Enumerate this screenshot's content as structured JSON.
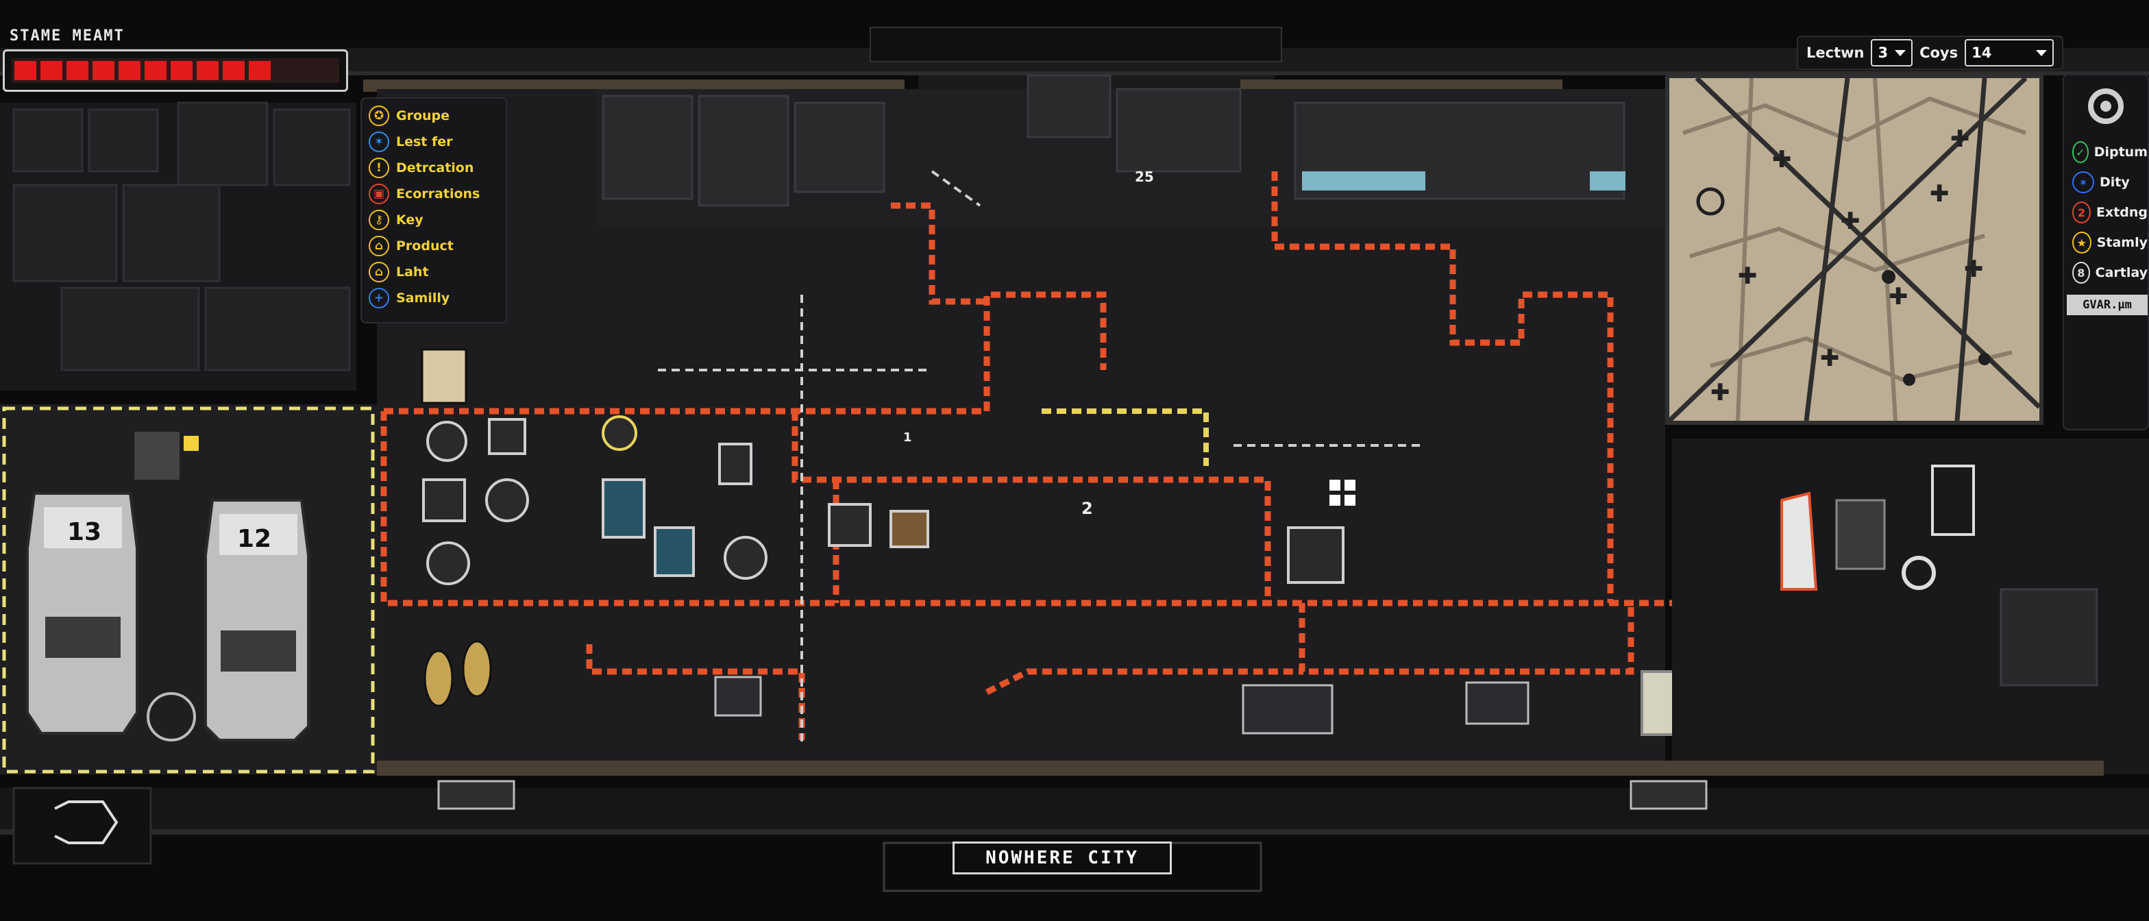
{
  "status": {
    "title": "STAME MEAMT",
    "health_fraction": 0.83
  },
  "legend": {
    "items": [
      {
        "label": "Groupe",
        "icon": "groupe-icon",
        "color": "#f3c21a"
      },
      {
        "label": "Lest fer",
        "icon": "person-icon",
        "color": "#2f8ef0"
      },
      {
        "label": "Detrcation",
        "icon": "alert-icon",
        "color": "#f3c21a"
      },
      {
        "label": "Ecorrations",
        "icon": "door-icon",
        "color": "#e8432a"
      },
      {
        "label": "Key",
        "icon": "key-icon",
        "color": "#f3c21a"
      },
      {
        "label": "Product",
        "icon": "product-icon",
        "color": "#f3c21a"
      },
      {
        "label": "Laht",
        "icon": "house-icon",
        "color": "#f3c21a"
      },
      {
        "label": "Samilly",
        "icon": "plus-icon",
        "color": "#2f7ff0"
      }
    ]
  },
  "controls": {
    "location_label": "Lectwn",
    "location_value": "3",
    "copy_label": "Coys",
    "copy_value": "14"
  },
  "right_panel": {
    "items": [
      {
        "label": "Diptum",
        "icon": "check-icon",
        "color": "#2ec45a",
        "glyph": "✓"
      },
      {
        "label": "Dity",
        "icon": "person-icon",
        "color": "#2f6ff0",
        "glyph": "✶"
      },
      {
        "label": "Extdng",
        "icon": "number-icon",
        "color": "#e8432a",
        "glyph": "2"
      },
      {
        "label": "Stamly",
        "icon": "star-icon",
        "color": "#f3c21a",
        "glyph": "★"
      },
      {
        "label": "Cartlay",
        "icon": "number-icon",
        "color": "#dddddd",
        "glyph": "8"
      }
    ],
    "footer": "GVAR.μm"
  },
  "vehicles": [
    {
      "number": "13"
    },
    {
      "number": "12"
    }
  ],
  "map_labels": {
    "marker_25": "25",
    "marker_2": "2",
    "marker_1": "1"
  },
  "footer": {
    "city_name": "NOWHERE CITY"
  },
  "colors": {
    "route": "#e5532b",
    "route_alt": "#e8d45a",
    "panel": "#17171a",
    "ground": "#1e1e20"
  }
}
